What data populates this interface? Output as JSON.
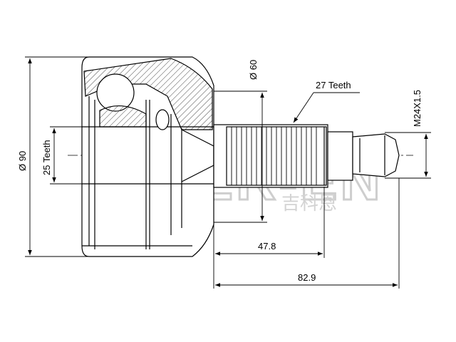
{
  "part": {
    "description": "CV joint outer drawing",
    "colors": {
      "line": "#000000",
      "hatch": "#555555",
      "watermark": "#d8d8d8",
      "background": "#ffffff"
    }
  },
  "dimensions": {
    "overall_diameter": "Ø 90",
    "neck_diameter": "Ø 60",
    "inner_spline": "25 Teeth",
    "outer_spline": "27 Teeth",
    "thread": "M24X1.5",
    "spline_length": "47.8",
    "total_length": "82.9"
  },
  "watermark": {
    "brand": "GKER-EN",
    "chinese": "吉科恩"
  }
}
